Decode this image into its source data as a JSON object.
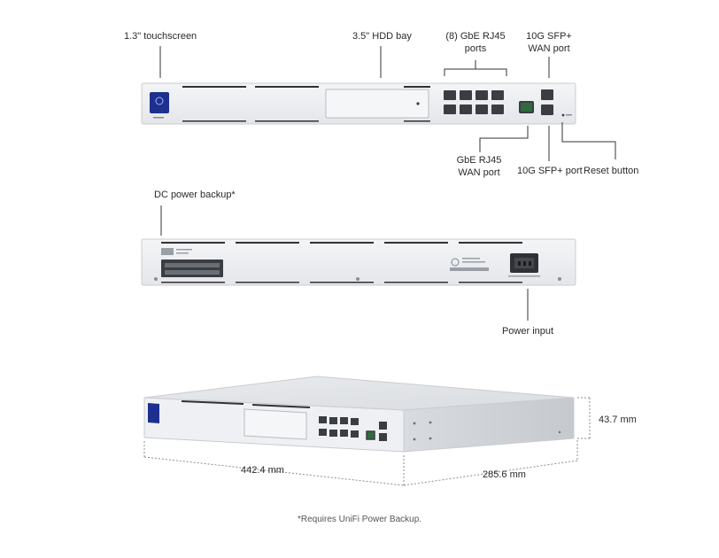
{
  "front_labels": {
    "touchscreen": "1.3\" touchscreen",
    "hdd_bay": "3.5\" HDD bay",
    "rj45_ports_line1": "(8) GbE RJ45",
    "rj45_ports_line2": "ports",
    "sfp_wan_line1": "10G SFP+",
    "sfp_wan_line2": "WAN port",
    "rj45_wan_line1": "GbE RJ45",
    "rj45_wan_line2": "WAN port",
    "sfp_port": "10G SFP+ port",
    "reset_button": "Reset button"
  },
  "rear_labels": {
    "dc_power": "DC power backup*",
    "power_input": "Power input"
  },
  "dimensions": {
    "width": "442.4 mm",
    "depth": "285.6 mm",
    "height": "43.7 mm"
  },
  "footnote": "*Requires UniFi Power Backup.",
  "colors": {
    "chassis": "#eef0f3",
    "chassis_edge": "#c9ccd1",
    "screen": "#1d2f8f",
    "port": "#3a3d42",
    "leader": "#333333"
  }
}
